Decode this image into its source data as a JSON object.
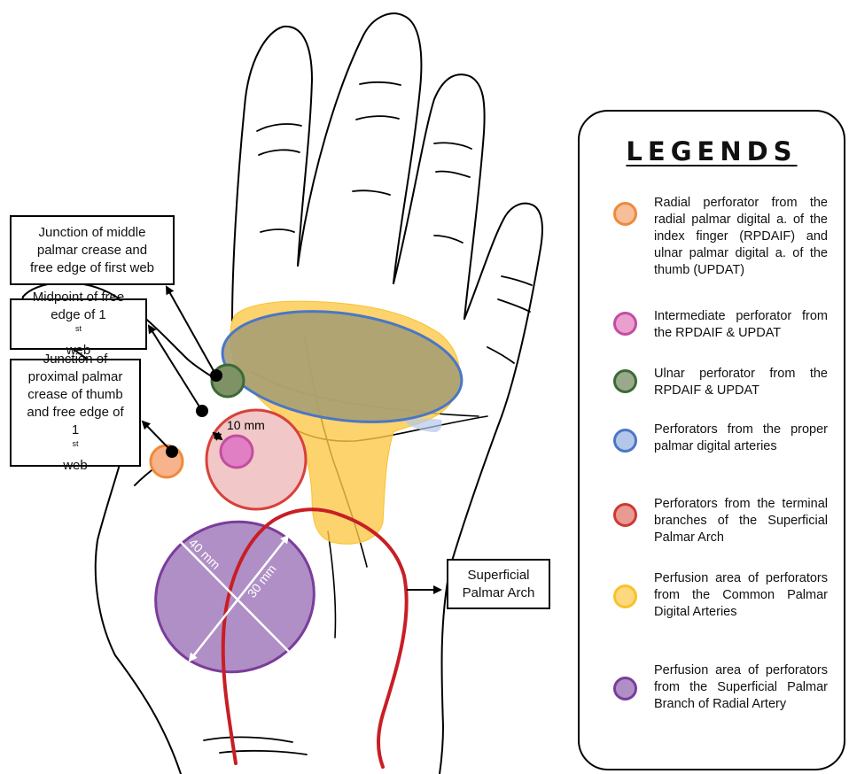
{
  "callouts": {
    "middle_crease": {
      "line1": "Junction of middle",
      "line2": "palmar crease and",
      "line3": "free edge of first web"
    },
    "midpoint": {
      "line1": "Midpoint of free",
      "line2_prefix": "edge of 1",
      "line2_sup": "st",
      "line2_suffix": " web"
    },
    "proximal_crease": {
      "line1": "Junction of",
      "line2": "proximal palmar",
      "line3": "crease of thumb",
      "line4": "and free edge of",
      "line5_prefix": "1",
      "line5_sup": "st",
      "line5_suffix": " web"
    },
    "arch": {
      "line1": "Superficial",
      "line2": "Palmar Arch"
    }
  },
  "measurements": {
    "small_circle": "10 mm",
    "ellipse_long": "40 mm",
    "ellipse_short": "30 mm"
  },
  "legend": {
    "title": "LEGENDS",
    "items": [
      {
        "text": "Radial perforator from the radial palmar digital a. of the index finger (RPDAIF) and ulnar palmar digital a. of the thumb (UPDAT)",
        "fill": "#f7bf99",
        "stroke": "#ef8a3a"
      },
      {
        "text": "Intermediate perforator from the RPDAIF & UPDAT",
        "fill": "#e9a0cf",
        "stroke": "#c34da0"
      },
      {
        "text": "Ulnar perforator from the RPDAIF & UPDAT",
        "fill": "#9aa98b",
        "stroke": "#3b6b34"
      },
      {
        "text": "Perforators from the proper palmar digital arteries",
        "fill": "#b4c7ea",
        "stroke": "#4a77c5"
      },
      {
        "text": "Perforators from the terminal branches of the Superficial Palmar Arch",
        "fill": "#e99a92",
        "stroke": "#cd3a34"
      },
      {
        "text": "Perfusion area of perforators from the Common Palmar Digital Arteries",
        "fill": "#fdd87c",
        "stroke": "#f8c22a"
      },
      {
        "text": "Perfusion area of perforators from the Superficial Palmar Branch of Radial Artery",
        "fill": "#b08fc6",
        "stroke": "#7a3d9b"
      }
    ]
  },
  "colors": {
    "outline": "#000000",
    "arch": "#c81e25",
    "yellow_area": "#fdc84a",
    "purple_area": "#b08fc6",
    "purple_stroke": "#7a3d9b",
    "blue_stroke": "#4a77c5",
    "olive_area": "#a7a06d",
    "red_area": "#f1c7c7",
    "red_stroke": "#d8413a",
    "pink_dot": "#e07fc4",
    "green_dot": "#7e9266",
    "orange_dot": "#f7b48c"
  }
}
